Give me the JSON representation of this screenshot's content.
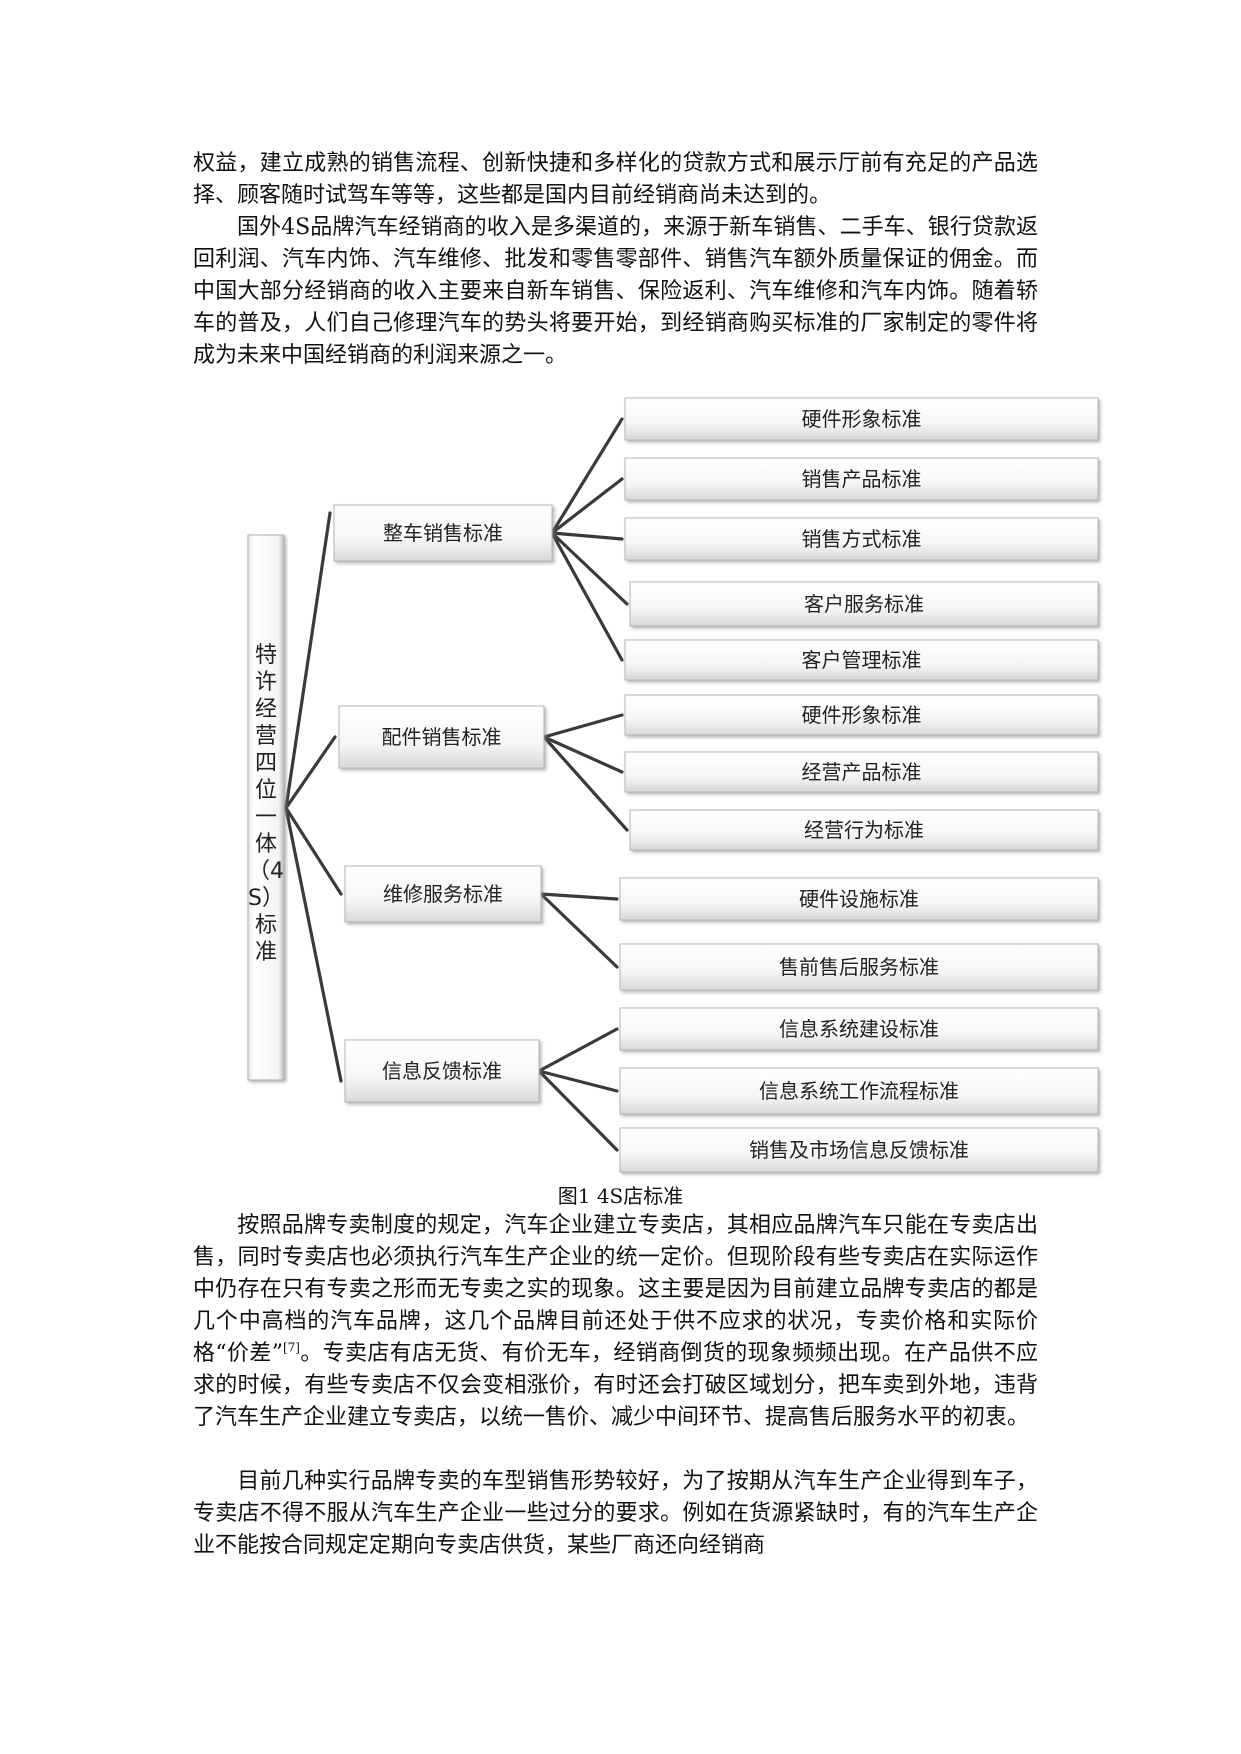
{
  "paragraphs": {
    "p1": "权益，建立成熟的销售流程、创新快捷和多样化的贷款方式和展示厅前有充足的产品选择、顾客随时试驾车等等，这些都是国内目前经销商尚未达到的。",
    "p2": "国外4S品牌汽车经销商的收入是多渠道的，来源于新车销售、二手车、银行贷款返回利润、汽车内饰、汽车维修、批发和零售零部件、销售汽车额外质量保证的佣金。而中国大部分经销商的收入主要来自新车销售、保险返利、汽车维修和汽车内饰。随着轿车的普及，人们自己修理汽车的势头将要开始，到经销商购买标准的厂家制定的零件将成为未来中国经销商的利润来源之一。",
    "p3_a": "按照品牌专卖制度的规定，汽车企业建立专卖店，其相应品牌汽车只能在专卖店出售，同时专卖店也必须执行汽车生产企业的统一定价。但现阶段有些专卖店在实际运作中仍存在只有专卖之形而无专卖之实的现象。这主要是因为目前建立品牌专卖店的都是几个中高档的汽车品牌，这几个品牌目前还处于供不应求的状况，专卖价格和实际价格“价差”",
    "p3_ref": "[7]",
    "p3_b": "。专卖店有店无货、有价无车，经销商倒货的现象频频出现。在产品供不应求的时候，有些专卖店不仅会变相涨价，有时还会打破区域划分，把车卖到外地，违背了汽车生产企业建立专卖店，以统一售价、减少中间环节、提高售后服务水平的初衷。",
    "p4": "目前几种实行品牌专卖的车型销售形势较好，为了按期从汽车生产企业得到车子，专卖店不得不服从汽车生产企业一些过分的要求。例如在货源紧缺时，有的汽车生产企业不能按合同规定定期向专卖店供货，某些厂商还向经销商"
  },
  "diagram": {
    "root_chars": [
      "特",
      "许",
      "经",
      "营",
      "四",
      "位",
      "一",
      "体",
      "（4",
      "S）",
      "标",
      "准"
    ],
    "categories": [
      {
        "label": "整车销售标准",
        "items": [
          "硬件形象标准",
          "销售产品标准",
          "销售方式标准",
          "客户服务标准",
          "客户管理标准"
        ]
      },
      {
        "label": "配件销售标准",
        "items": [
          "硬件形象标准",
          "经营产品标准",
          "经营行为标准"
        ]
      },
      {
        "label": "维修服务标准",
        "items": [
          "硬件设施标准",
          "售前售后服务标准"
        ]
      },
      {
        "label": "信息反馈标准",
        "items": [
          "信息系统建设标准",
          "信息系统工作流程标准",
          "销售及市场信息反馈标准"
        ]
      }
    ]
  },
  "caption": "图1 4S店标准"
}
